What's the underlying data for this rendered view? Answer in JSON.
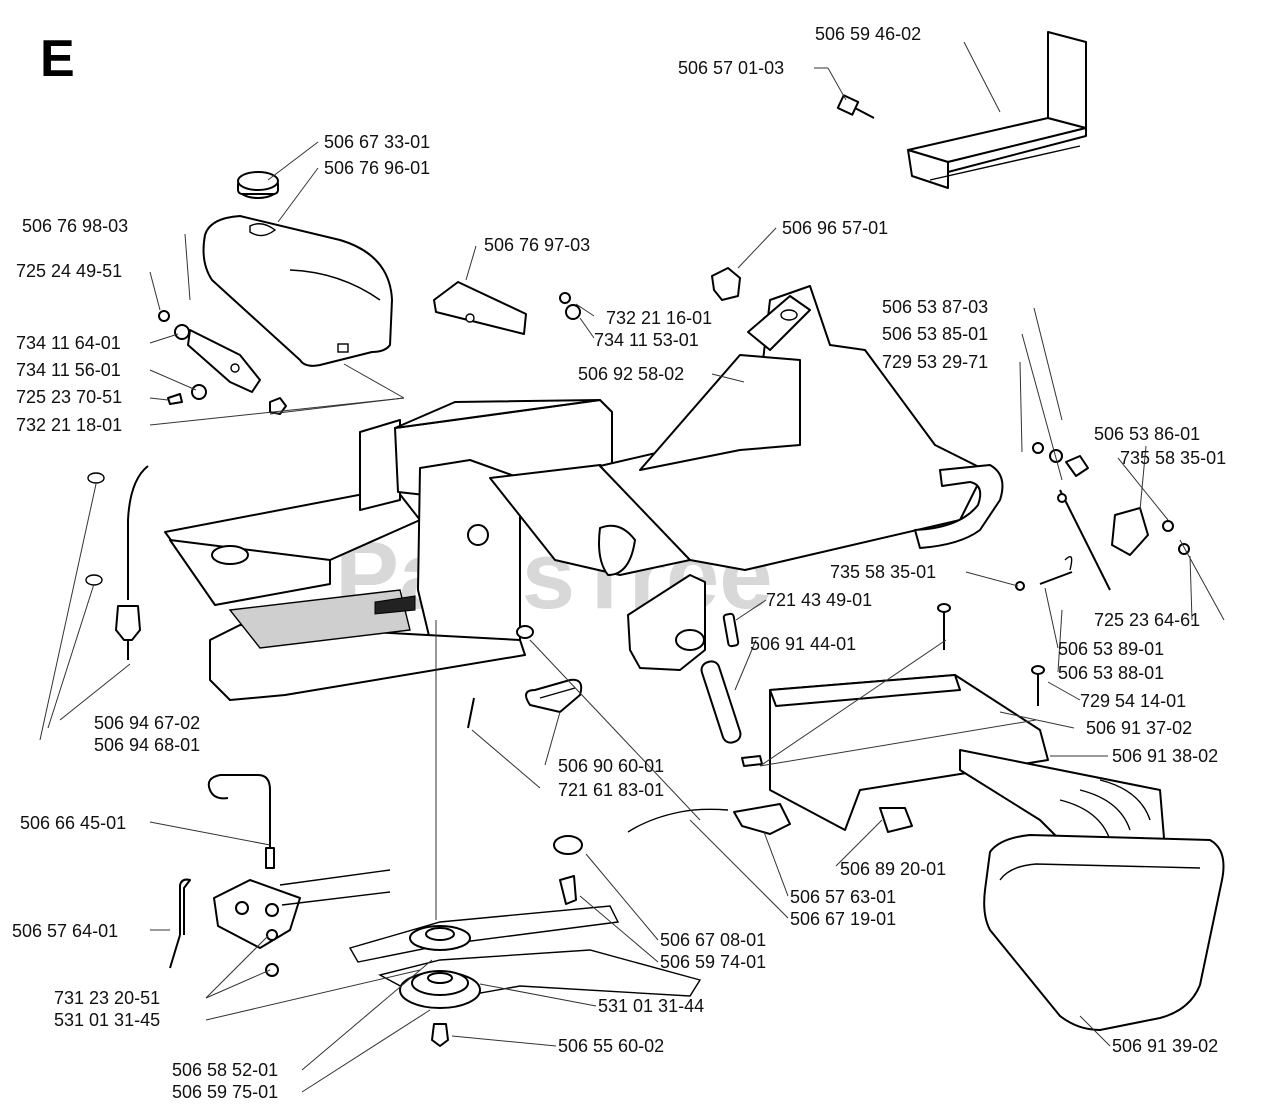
{
  "section_letter": "E",
  "watermark": {
    "text": "PartsTree",
    "trademark": "TM"
  },
  "labels": {
    "l1": "506 59 46-02",
    "l2": "506 57 01-03",
    "l3": "506 67 33-01",
    "l4": "506 76 96-01",
    "l5": "506 76 98-03",
    "l6": "725 24 49-51",
    "l7": "506 76 97-03",
    "l8": "506 96 57-01",
    "l9": "732 21 16-01",
    "l10": "734 11 53-01",
    "l11": "734 11 64-01",
    "l12": "734 11 56-01",
    "l13": "725 23 70-51",
    "l14": "732 21 18-01",
    "l15": "506 92 58-02",
    "l16": "506 53 87-03",
    "l17": "506 53 85-01",
    "l18": "729 53 29-71",
    "l19": "506 53 86-01",
    "l20": "735 58 35-01",
    "l21": "735 58 35-01",
    "l22": "721 43 49-01",
    "l23": "725 23 64-61",
    "l24": "506 91 44-01",
    "l25": "506 53 89-01",
    "l26": "506 53 88-01",
    "l27": "729 54 14-01",
    "l28": "506 94 67-02",
    "l29": "506 94 68-01",
    "l30": "506 91 37-02",
    "l31": "506 91 38-02",
    "l32": "506 90 60-01",
    "l33": "721 61 83-01",
    "l34": "506 66 45-01",
    "l35": "506 89 20-01",
    "l36": "506 57 63-01",
    "l37": "506 67 19-01",
    "l38": "506 57 64-01",
    "l39": "506 67 08-01",
    "l40": "506 59 74-01",
    "l41": "731 23 20-51",
    "l42": "531 01 31-45",
    "l43": "531 01 31-44",
    "l44": "506 55 60-02",
    "l45": "506 58 52-01",
    "l46": "506 59 75-01",
    "l47": "506 91 39-02"
  }
}
